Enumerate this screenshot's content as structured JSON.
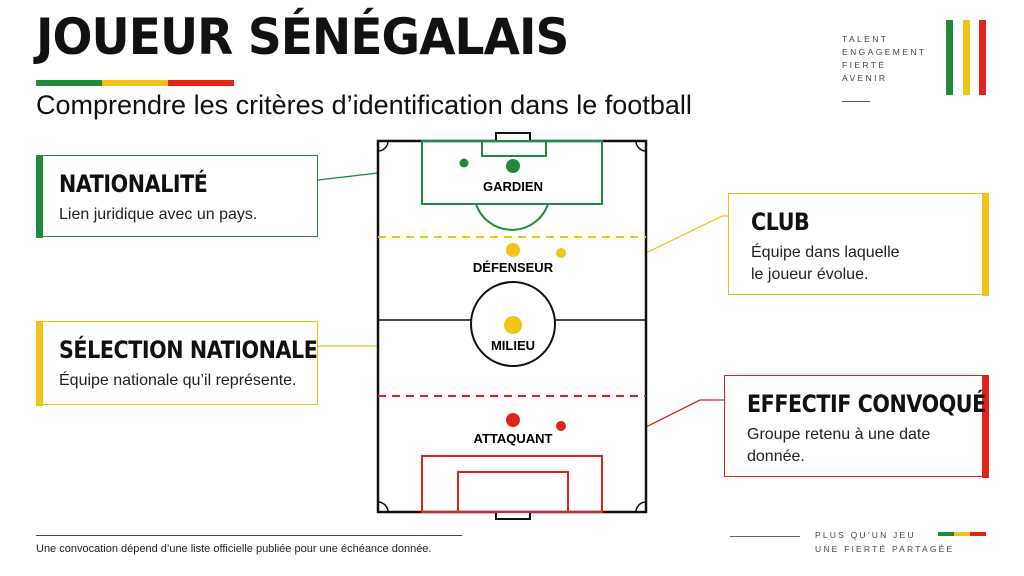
{
  "header": {
    "title": "JOUEUR SÉNÉGALAIS",
    "subtitle": "Comprendre les critères d’identification dans le football"
  },
  "values": [
    "TALENT",
    "ENGAGEMENT",
    "FIERTÉ",
    "AVENIR"
  ],
  "colors": {
    "green": "#1f8a3c",
    "yellow": "#f2c418",
    "red": "#e2231a"
  },
  "pitch": {
    "positions": {
      "goalkeeper": "GARDIEN",
      "defender": "DÉFENSEUR",
      "midfielder": "MILIEU",
      "attacker": "ATTAQUANT"
    }
  },
  "cards": {
    "nationality": {
      "title": "NATIONALITÉ",
      "text": "Lien juridique avec un pays."
    },
    "club": {
      "title": "CLUB",
      "text_line1": "Équipe dans laquelle",
      "text_line2": "le joueur évolue."
    },
    "national_team": {
      "title": "SÉLECTION NATIONALE",
      "text": "Équipe nationale qu’il représente."
    },
    "squad": {
      "title": "EFFECTIF CONVOQUÉ",
      "text_line1": "Groupe retenu à une date",
      "text_line2": "donnée."
    }
  },
  "footer": {
    "note": "Une convocation dépend d’une liste officielle publiée pour une échéance donnée.",
    "tagline_line1": "PLUS QU’UN JEU",
    "tagline_line2": "UNE FIERTÉ PARTAGÉE"
  }
}
